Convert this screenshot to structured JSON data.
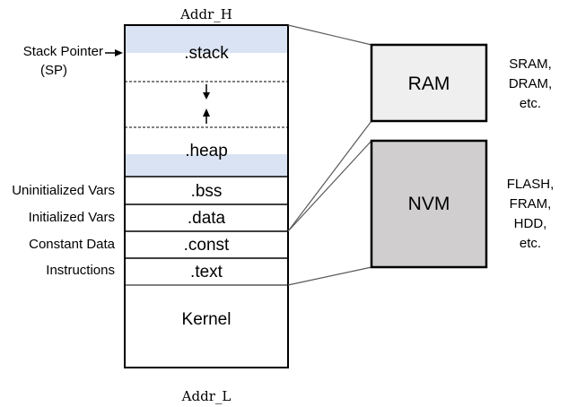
{
  "addresses": {
    "high": "Addr_H",
    "low": "Addr_L"
  },
  "left_labels": {
    "stack_pointer_line1": "Stack Pointer",
    "stack_pointer_line2": "(SP)",
    "uninitialized": "Uninitialized Vars",
    "initialized": "Initialized Vars",
    "constant": "Constant Data",
    "instructions": "Instructions"
  },
  "segments": {
    "stack": ".stack",
    "heap": ".heap",
    "bss": ".bss",
    "data": ".data",
    "const": ".const",
    "text": ".text",
    "kernel": "Kernel"
  },
  "memory": {
    "ram": {
      "label": "RAM",
      "examples": [
        "SRAM,",
        "DRAM,",
        "etc."
      ],
      "fill": "#efefef"
    },
    "nvm": {
      "label": "NVM",
      "examples": [
        "FLASH,",
        "FRAM,",
        "HDD,",
        "etc."
      ],
      "fill": "#d0cece"
    }
  },
  "colors": {
    "highlight": "#dae3f3",
    "outline": "#000000",
    "connector": "#595959"
  }
}
